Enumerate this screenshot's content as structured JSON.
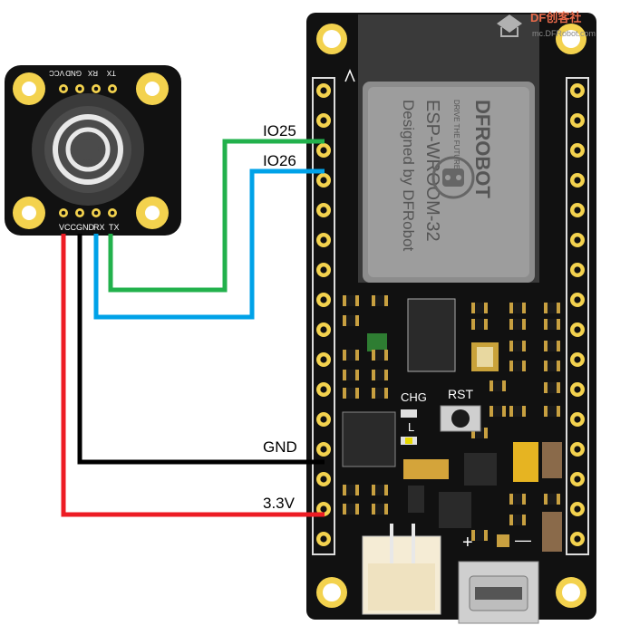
{
  "colors": {
    "wire_green": "#22b14c",
    "wire_blue": "#00a2e8",
    "wire_black": "#000000",
    "wire_red": "#ed1c24",
    "board": "#111111",
    "chip": "#2a2a2a",
    "pad_gold": "#f3d24e"
  },
  "sensor": {
    "pins_top": [
      "TX",
      "RX",
      "GND",
      "VCC"
    ],
    "pins_bottom": [
      "VCC",
      "GND",
      "RX",
      "TX"
    ]
  },
  "board": {
    "module_text": [
      "DFROBOT",
      "ESP-WROOM-32",
      "Designed by DFRobot",
      "DRIVE THE FUTURE"
    ],
    "label_chg": "CHG",
    "label_l": "L",
    "label_rst": "RST",
    "plus": "+",
    "minus": "—"
  },
  "watermark": {
    "brand": "DF创客社",
    "url": "mc.DFRobot.com"
  },
  "connections": [
    {
      "from": "TX",
      "to": "IO25",
      "color": "green"
    },
    {
      "from": "RX",
      "to": "IO26",
      "color": "blue"
    },
    {
      "from": "GND",
      "to": "GND",
      "color": "black"
    },
    {
      "from": "VCC",
      "to": "3.3V",
      "color": "red"
    }
  ],
  "pin_labels": {
    "io25": "IO25",
    "io26": "IO26",
    "gnd": "GND",
    "v33": "3.3V"
  }
}
